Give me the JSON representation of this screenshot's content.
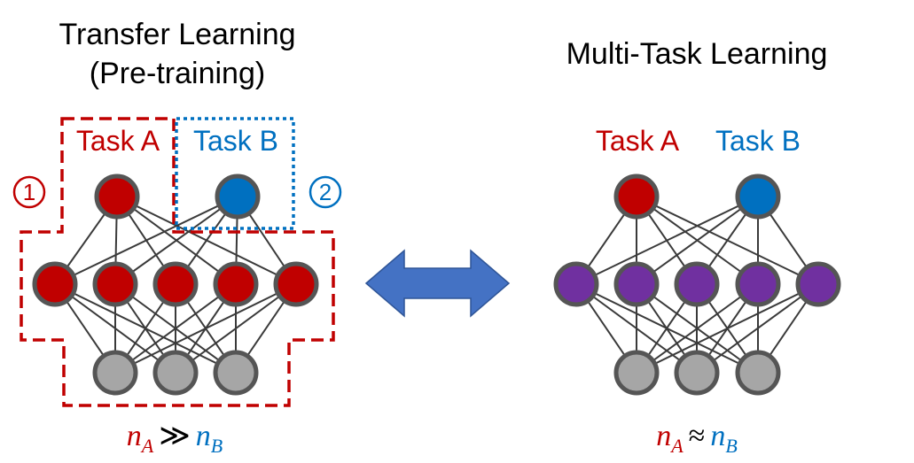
{
  "colors": {
    "task_a": "#c00000",
    "task_b": "#0070c0",
    "shared": "#7030a0",
    "input": "#a6a6a6",
    "arrow": "#4472c4"
  },
  "left": {
    "title_line1": "Transfer Learning",
    "title_line2": "(Pre-training)",
    "task_a": "Task A",
    "task_b": "Task B",
    "step1": "1",
    "step2": "2",
    "formula": {
      "var": "n",
      "sub_a": "A",
      "op": "≫",
      "sub_b": "B"
    }
  },
  "right": {
    "title": "Multi-Task Learning",
    "task_a": "Task A",
    "task_b": "Task B",
    "formula": {
      "var": "n",
      "sub_a": "A",
      "op": "≈",
      "sub_b": "B"
    }
  },
  "center": {
    "icon": "double-arrow-icon"
  }
}
